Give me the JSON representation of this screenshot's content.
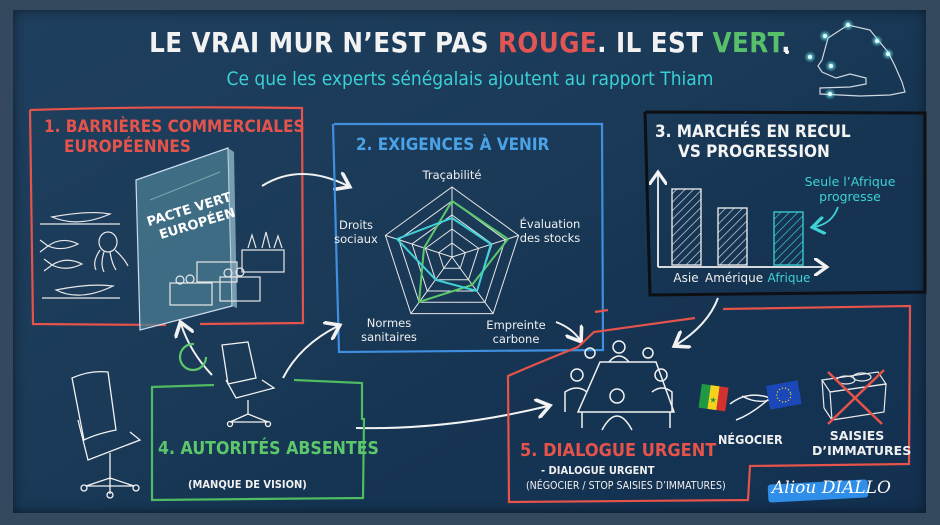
{
  "title": {
    "part1": "LE VRAI MUR N’EST PAS ",
    "red_word": "ROUGE",
    "part2": ". IL EST ",
    "green_word": "VERT",
    "part3": "."
  },
  "subtitle": "Ce que les experts sénégalais ajoutent au rapport Thiam",
  "colors": {
    "background": "#1a3a58",
    "red": "#e5534b",
    "blue": "#4aa3e8",
    "green": "#5cc76b",
    "cyan": "#3fd1d6",
    "white": "#f0f0f0"
  },
  "section1": {
    "title_line1": "1. BARRIÈRES COMMERCIALES",
    "title_line2": "EUROPÉENNES",
    "wall_label_line1": "PACTE VERT",
    "wall_label_line2": "EUROPÉEN",
    "icons": [
      "boat-icon",
      "fish-icon",
      "octopus-icon",
      "vegetable-crates-icon",
      "glass-wall-icon"
    ]
  },
  "section2": {
    "title": "2. EXIGENCES À VENIR",
    "axes": [
      "Traçabilité",
      "Évaluation des stocks",
      "Empreinte carbone",
      "Normes sanitaires",
      "Droits sociaux"
    ],
    "axis_labels": {
      "tracabilite": "Traçabilité",
      "evaluation_l1": "Évaluation",
      "evaluation_l2": "des stocks",
      "empreinte_l1": "Empreinte",
      "empreinte_l2": "carbone",
      "normes_l1": "Normes",
      "normes_l2": "sanitaires",
      "droits_l1": "Droits",
      "droits_l2": "sociaux"
    }
  },
  "section3": {
    "title_line1": "3. MARCHÉS EN RECUL",
    "title_line2": "VS PROGRESSION",
    "annotation_line1": "Seule l’Afrique",
    "annotation_line2": "progresse",
    "bar_labels": [
      "Asie",
      "Amérique",
      "Afrique"
    ]
  },
  "section4": {
    "title": "4. AUTORITÉS ABSENTES",
    "note": "(MANQUE DE VISION)",
    "icons": [
      "empty-chair-icon",
      "empty-chair-icon"
    ]
  },
  "section5": {
    "title": "5. DIALOGUE URGENT",
    "line2": "- DIALOGUE URGENT",
    "line3": "(NÉGOCIER / STOP SAISIES D’IMMATURES)",
    "negocier_label": "NÉGOCIER",
    "saisies_line1": "SAISIES",
    "saisies_line2": "D’IMMATURES",
    "icons": [
      "meeting-table-icon",
      "handshake-flags-icon",
      "crossed-fish-crate-icon"
    ]
  },
  "signature": "Aliou DIALLO",
  "chart_data": [
    {
      "type": "radar",
      "title": "2. EXIGENCES À VENIR",
      "categories": [
        "Traçabilité",
        "Évaluation des stocks",
        "Empreinte carbone",
        "Normes sanitaires",
        "Droits sociaux"
      ],
      "rings": 5,
      "range": [
        0,
        5
      ],
      "series": [
        {
          "name": "green",
          "color": "#5cc76b",
          "values": [
            4.0,
            4.2,
            2.4,
            4.0,
            2.2
          ]
        },
        {
          "name": "cyan",
          "color": "#3fd1d6",
          "values": [
            2.8,
            2.9,
            3.0,
            2.0,
            4.1
          ]
        }
      ]
    },
    {
      "type": "bar",
      "title": "3. MARCHÉS EN RECUL VS PROGRESSION",
      "categories": [
        "Asie",
        "Amérique",
        "Afrique"
      ],
      "values": [
        76,
        57,
        53
      ],
      "highlight": "Afrique",
      "annotation": "Seule l’Afrique progresse",
      "xlabel": "",
      "ylabel": "",
      "grid": false
    }
  ]
}
